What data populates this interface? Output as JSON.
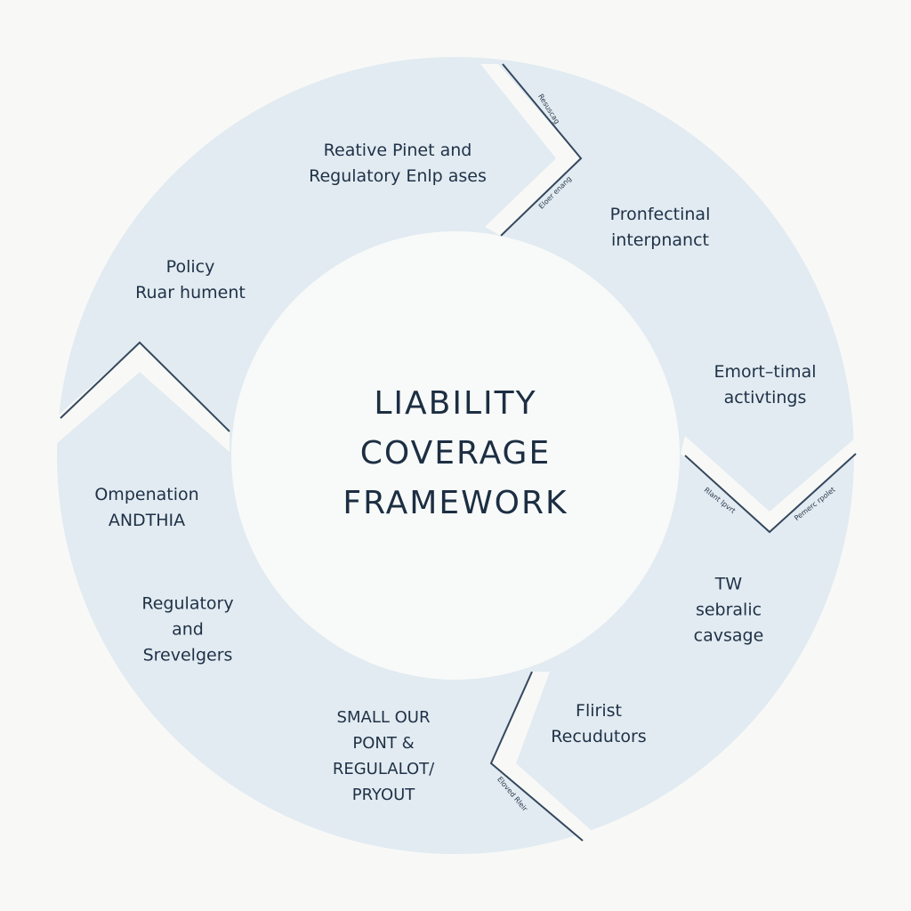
{
  "diagram": {
    "center_title": [
      "LIABILITY",
      "COVERAGE",
      "FRAMEWORK"
    ],
    "segments": [
      {
        "id": "top",
        "lines": [
          "Reative Pinet and",
          "Regulatory Enlp ases"
        ]
      },
      {
        "id": "upper-right",
        "lines": [
          "Pronfectinal",
          "interpnanct"
        ]
      },
      {
        "id": "right",
        "lines": [
          "Emort–timal",
          "activtings"
        ]
      },
      {
        "id": "lower-right",
        "lines": [
          "TW",
          "sebralic",
          "cavsage"
        ]
      },
      {
        "id": "bottom-right",
        "lines": [
          "Flirist",
          "Recudutors"
        ]
      },
      {
        "id": "bottom",
        "lines": [
          "SMALL OUR",
          "PONT &",
          "REGULALOT/",
          "PRYOUT"
        ]
      },
      {
        "id": "lower-left",
        "lines": [
          "Regulatory",
          "and",
          "Srevelgers"
        ]
      },
      {
        "id": "left",
        "lines": [
          "Ompenation",
          "ANDTHIA"
        ]
      },
      {
        "id": "upper-left",
        "lines": [
          "Policy",
          "Ruar hument"
        ]
      }
    ],
    "arrow_notes": [
      "Resuscag",
      "Eloer enang",
      "Rlant lpvrt",
      "Pemerc rpolet",
      "Eloved Rleir"
    ],
    "colors": {
      "ring_fill": "#e2ebf1",
      "divider": "#34485e",
      "inner_disc": "#f8faf9",
      "text": "#1f3147",
      "background": "#f8f9f7"
    }
  }
}
